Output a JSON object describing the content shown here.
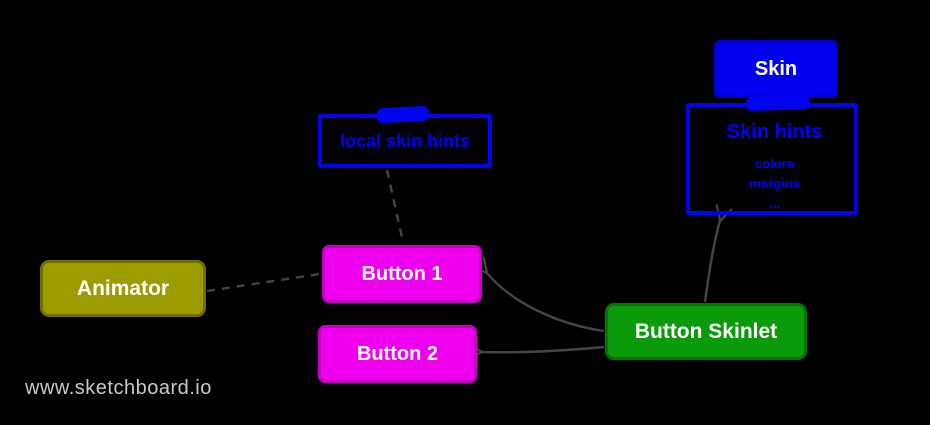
{
  "diagram": {
    "background": "#000000",
    "connector_color": "#454545",
    "watermark": "www.sketchboard.io",
    "nodes": {
      "skin": {
        "label": "Skin",
        "fill": "#0101EE",
        "border": "#0000C8",
        "text_color": "#FFFFFF"
      },
      "skin_hints": {
        "title": "Skin hints",
        "items": [
          "colors",
          "margins",
          "..."
        ],
        "border": "#0004F0",
        "text_color": "#0000FF"
      },
      "local_skin_hints": {
        "label": "local skin hints",
        "border": "#0004F0",
        "text_color": "#0000FF"
      },
      "animator": {
        "label": "Animator",
        "fill": "#9C9C00",
        "border": "#6F6F00",
        "text_color": "#FFFFFF"
      },
      "button_1": {
        "label": "Button 1",
        "fill": "#EE00EE",
        "border": "#C600C6",
        "text_color": "#FFFFFF"
      },
      "button_2": {
        "label": "Button 2",
        "fill": "#EE00EE",
        "border": "#C600C6",
        "text_color": "#FFFFFF"
      },
      "button_skinlet": {
        "label": "Button Skinlet",
        "fill": "#0A9A0A",
        "border": "#067406",
        "text_color": "#FFFFFF"
      }
    },
    "connections": [
      {
        "from": "button_skinlet",
        "to": "button_1",
        "style": "solid-arrow"
      },
      {
        "from": "button_skinlet",
        "to": "button_2",
        "style": "solid-arrow"
      },
      {
        "from": "button_skinlet",
        "to": "skin_hints",
        "style": "solid-arrow"
      },
      {
        "from": "local_skin_hints",
        "to": "button_1",
        "style": "dashed"
      },
      {
        "from": "animator",
        "to": "button_1",
        "style": "dashed"
      },
      {
        "from": "skin",
        "to": "skin_hints",
        "style": "attached"
      }
    ]
  }
}
